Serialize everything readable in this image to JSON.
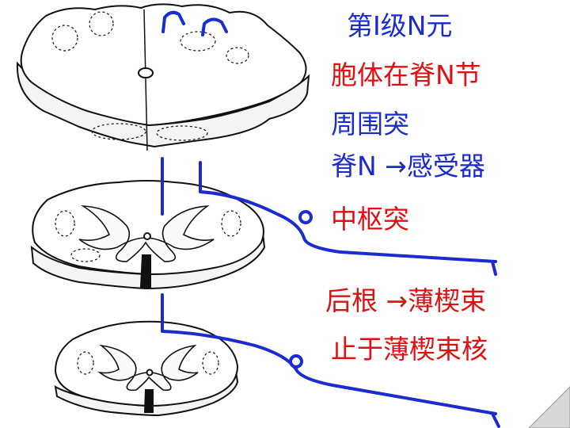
{
  "labels": {
    "level": "第Ⅰ级N元",
    "cell_body": "胞体在脊N节",
    "peripheral": "周围突",
    "peripheral_path": "脊N →感受器",
    "central": "中枢突",
    "root_path": "后根 →薄楔束",
    "termination": "止于薄楔束核"
  },
  "colors": {
    "pathway": "#1a2bd0",
    "blue_text": "#1a2bd0",
    "red_text": "#e01010",
    "outline": "#111111"
  }
}
